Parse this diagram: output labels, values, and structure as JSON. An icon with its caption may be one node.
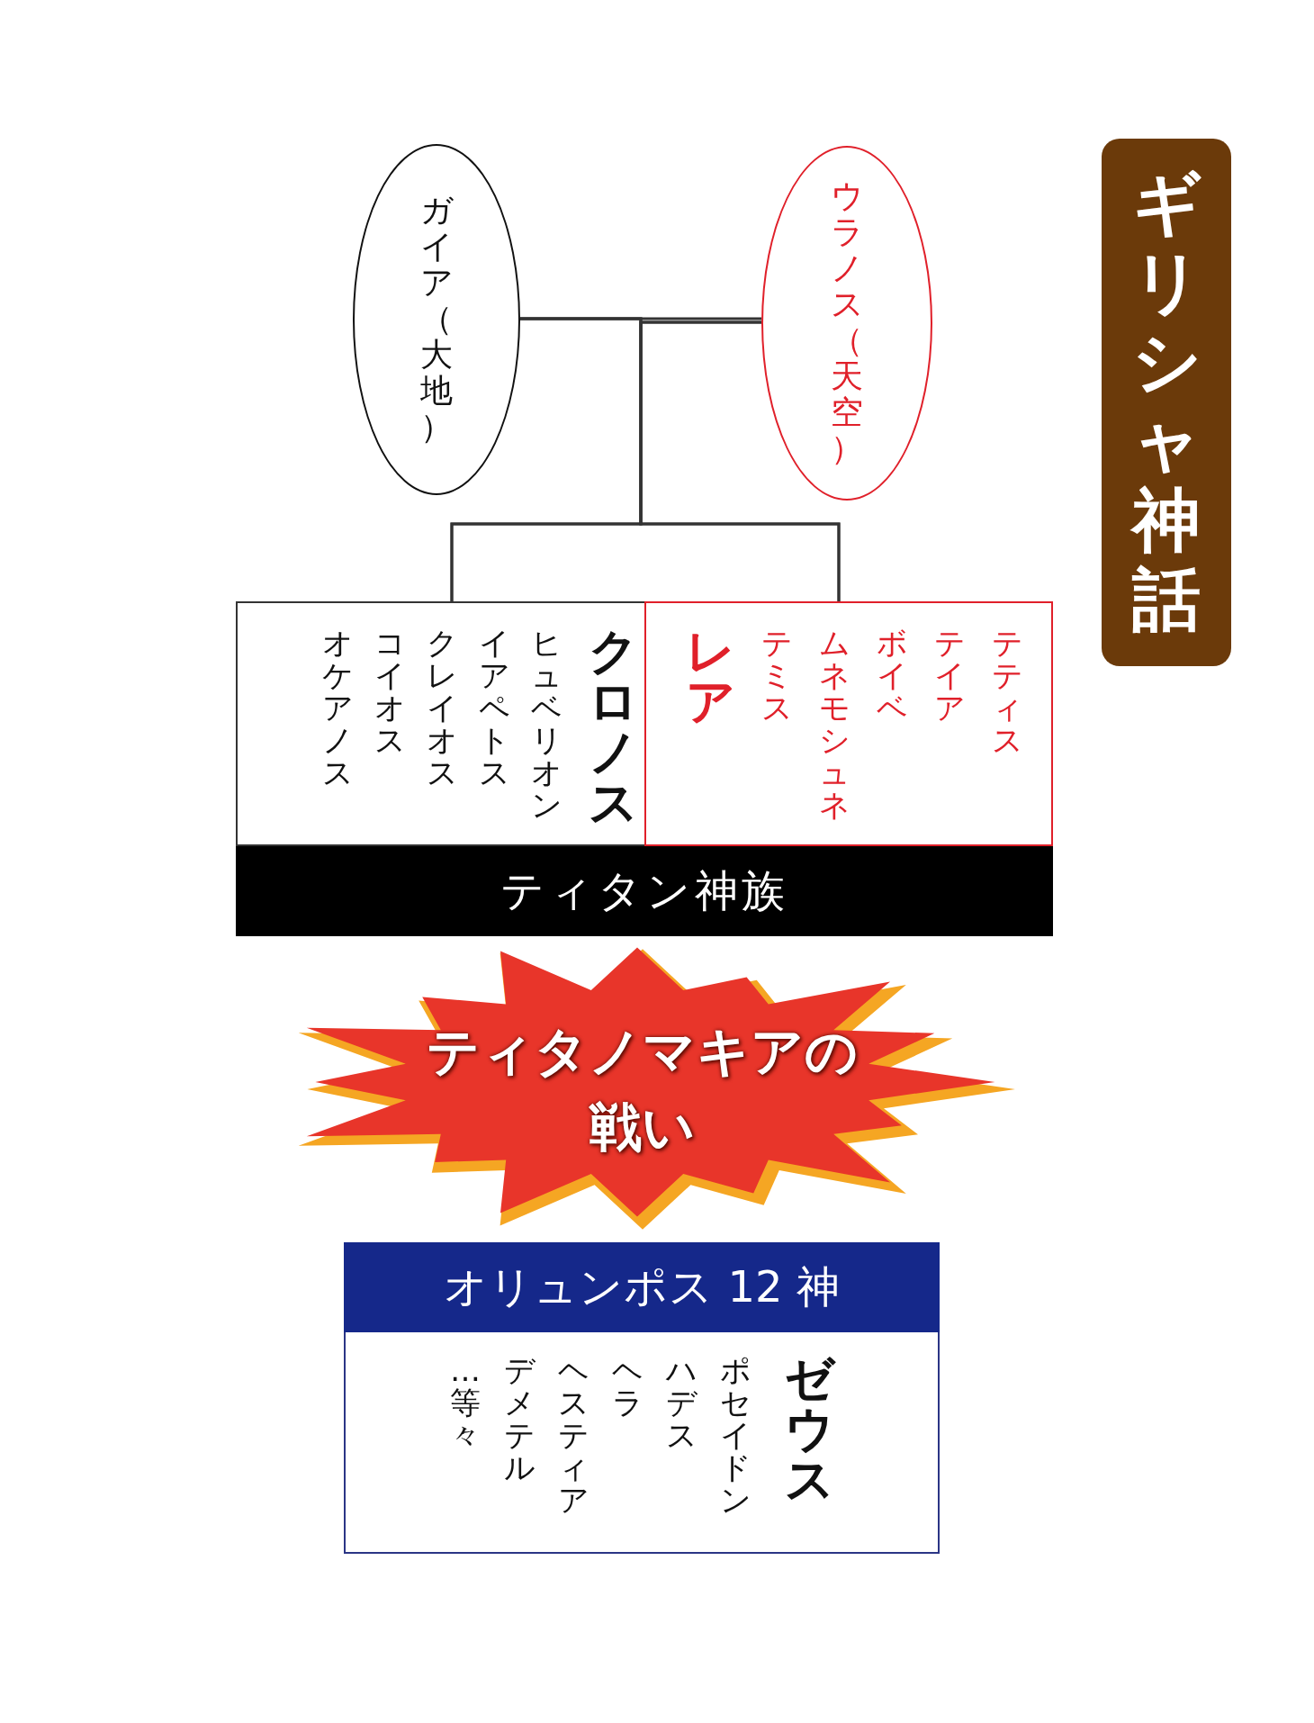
{
  "diagram": {
    "title": "ギリシャ神話",
    "nodes": [
      {
        "text": [
          "ガイア（大地）"
        ]
      },
      {
        "text": [
          "ウラノス（天空）"
        ]
      },
      {
        "text": [
          "ティタン神族"
        ]
      },
      {
        "text": [
          "クロノス",
          "ヒュベリオン",
          "イアペトス",
          "クレイオス",
          "コイオス",
          "オケアノス"
        ],
        "in": 2
      },
      {
        "text": [
          "テティス",
          "テイア",
          "ボイベ",
          "ムネモシュネ",
          "テミス",
          "レア"
        ],
        "in": 2
      },
      {
        "text": [
          "ティタノマキアの戦い"
        ]
      },
      {
        "text": [
          "オリュンポス 12 神",
          "ゼウス",
          "ポセイドン",
          "ハデス",
          "ヘラ",
          "ヘスティア",
          "デメテル",
          "…等々"
        ]
      }
    ],
    "edges": [
      {
        "from": 0,
        "to": 1,
        "arrow": "none"
      },
      {
        "from": 0,
        "to": 3,
        "arrow": "none"
      },
      {
        "from": 0,
        "to": 4,
        "arrow": "none"
      },
      {
        "from": 1,
        "to": 3,
        "arrow": "none"
      },
      {
        "from": 1,
        "to": 4,
        "arrow": "none"
      }
    ]
  }
}
